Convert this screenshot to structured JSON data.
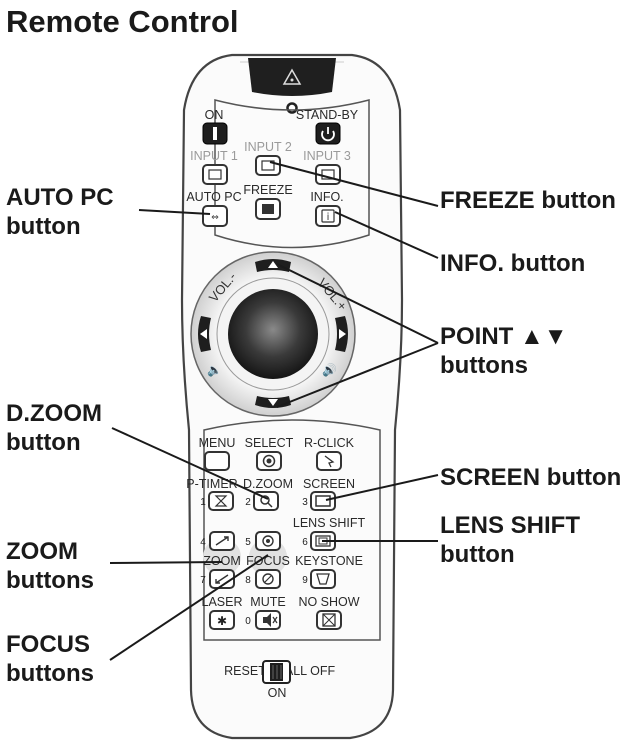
{
  "title": "Remote Control",
  "callouts": {
    "auto_pc": [
      "AUTO PC",
      "button"
    ],
    "freeze": [
      "FREEZE button"
    ],
    "info": [
      "INFO. button"
    ],
    "point": [
      "POINT ▲▼",
      "buttons"
    ],
    "dzoom": [
      "D.ZOOM",
      "button"
    ],
    "screen": [
      "SCREEN button"
    ],
    "lens_shift": [
      "LENS SHIFT",
      "button"
    ],
    "zoom": [
      "ZOOM",
      "buttons"
    ],
    "focus": [
      "FOCUS",
      "buttons"
    ]
  },
  "remote": {
    "on": "ON",
    "standby": "STAND-BY",
    "input1": "INPUT 1",
    "input2": "INPUT 2",
    "input3": "INPUT 3",
    "auto_pc": "AUTO PC",
    "freeze": "FREEZE",
    "info": "INFO.",
    "vol_minus": "VOL.-",
    "vol_plus": "VOL.+",
    "menu": "MENU",
    "select": "SELECT",
    "rclick": "R-CLICK",
    "ptimer": "P-TIMER",
    "dzoom": "D.ZOOM",
    "screen": "SCREEN",
    "lens_shift": "LENS SHIFT",
    "zoom": "ZOOM",
    "focus": "FOCUS",
    "keystone": "KEYSTONE",
    "laser": "LASER",
    "mute": "MUTE",
    "no_show": "NO SHOW",
    "reset": "RESET",
    "all_off": "ALL OFF",
    "on_bottom": "ON",
    "nums": [
      "1",
      "2",
      "3",
      "4",
      "5",
      "6",
      "7",
      "8",
      "9",
      "0"
    ]
  }
}
